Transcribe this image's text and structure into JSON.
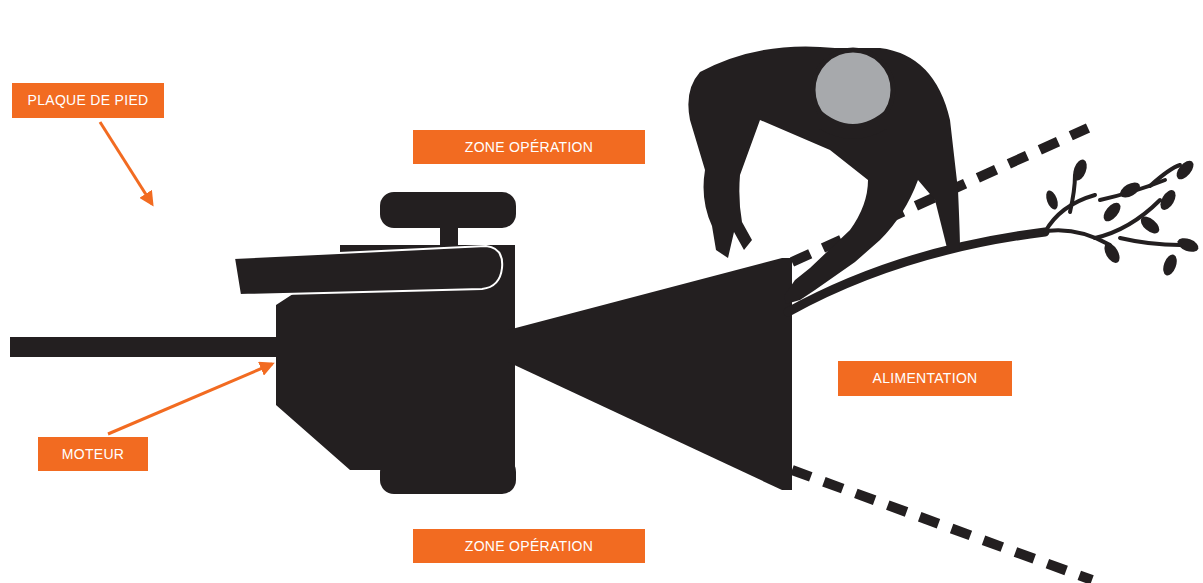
{
  "diagram": {
    "nodes": [
      {
        "text": [
          "PLAQUE DE PIED"
        ]
      },
      {
        "text": [
          "ZONE OPÉRATION"
        ]
      },
      {
        "text": [
          "ALIMENTATION"
        ]
      },
      {
        "text": [
          "MOTEUR"
        ]
      },
      {
        "text": [
          "ZONE OPÉRATION"
        ]
      }
    ]
  }
}
